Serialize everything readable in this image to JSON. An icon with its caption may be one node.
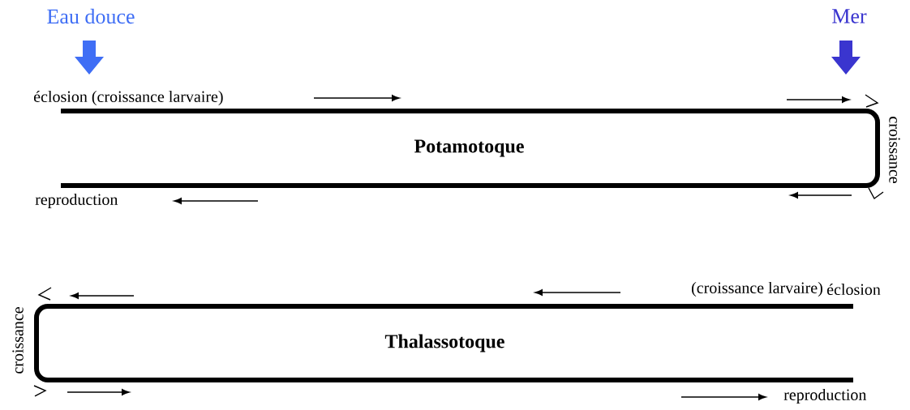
{
  "diagram": {
    "nodes": [
      {
        "text": [
          "Potamotoque"
        ]
      },
      {
        "text": [
          "Thalassotoque"
        ]
      }
    ],
    "labels": [
      "Eau douce",
      "Mer",
      "éclosion (croissance larvaire)",
      "croissance",
      "reproduction",
      "(croissance larvaire)",
      "éclosion",
      "croissance",
      "reproduction"
    ]
  }
}
